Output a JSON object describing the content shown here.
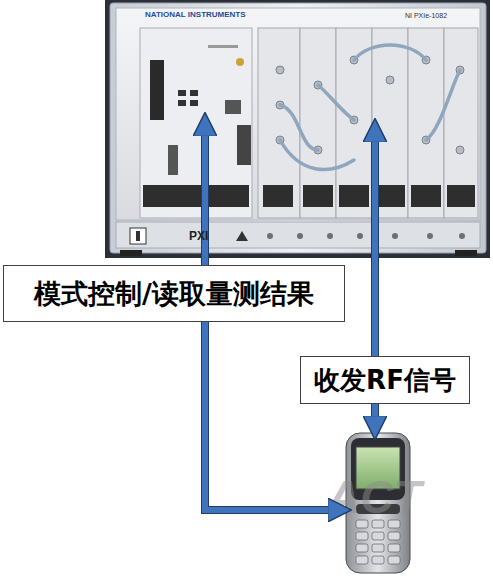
{
  "diagram": {
    "nodes": [
      {
        "text": [
          "NATIONAL INSTRUMENTS",
          "NI PXIe-1082"
        ]
      },
      {
        "text": [
          "ACT"
        ]
      }
    ],
    "edges": [
      {
        "from": 0,
        "to": 1,
        "arrow": "both",
        "label": "模式控制/读取量测结果"
      },
      {
        "from": 0,
        "to": 1,
        "arrow": "both",
        "label": "收发RF信号"
      }
    ],
    "labels": [
      "PXI"
    ]
  }
}
